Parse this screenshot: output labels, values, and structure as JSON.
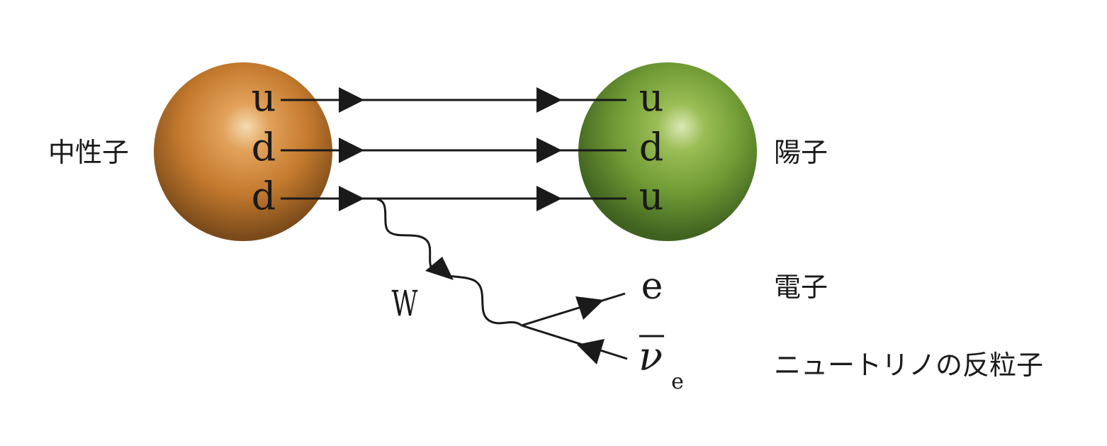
{
  "labels": {
    "neutron": "中性子",
    "proton": "陽子",
    "electron": "電子",
    "antineutrino": "ニュートリノの反粒子"
  },
  "quarks": {
    "neutron": [
      "u",
      "d",
      "d"
    ],
    "proton": [
      "u",
      "d",
      "u"
    ]
  },
  "boson": "W",
  "leptons": {
    "electron": "e",
    "antineutrino_symbol": "ν",
    "antineutrino_subscript": "e"
  },
  "colors": {
    "neutron_sphere": "#c07a2c",
    "proton_sphere": "#6e9a36",
    "lines": "#1a1a1a"
  }
}
